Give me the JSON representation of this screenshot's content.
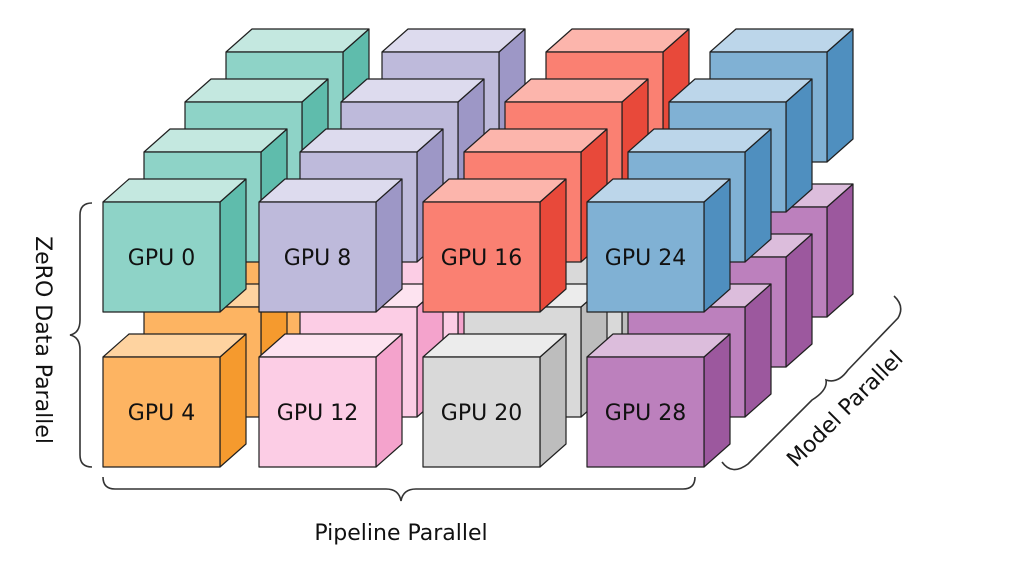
{
  "labels": {
    "zero_data_parallel": "ZeRO Data Parallel",
    "pipeline_parallel": "Pipeline Parallel",
    "model_parallel": "Model Parallel"
  },
  "front_cubes": [
    {
      "label": "GPU 0",
      "row": 0,
      "col": 0,
      "colors": {
        "front": "#8ed3c7",
        "top": "#c4e8e0",
        "side": "#5fbcac"
      }
    },
    {
      "label": "GPU 8",
      "row": 0,
      "col": 1,
      "colors": {
        "front": "#bebadb",
        "top": "#dddbee",
        "side": "#9d97c6"
      }
    },
    {
      "label": "GPU 16",
      "row": 0,
      "col": 2,
      "colors": {
        "front": "#fa8072",
        "top": "#fcb5ac",
        "side": "#e8493a"
      }
    },
    {
      "label": "GPU 24",
      "row": 0,
      "col": 3,
      "colors": {
        "front": "#80b1d4",
        "top": "#bcd6ea",
        "side": "#4f8fbf"
      }
    },
    {
      "label": "GPU 4",
      "row": 1,
      "col": 0,
      "colors": {
        "front": "#fdb462",
        "top": "#fed3a0",
        "side": "#f59a2e"
      }
    },
    {
      "label": "GPU 12",
      "row": 1,
      "col": 1,
      "colors": {
        "front": "#fccde5",
        "top": "#fde3f0",
        "side": "#f4a3cc"
      }
    },
    {
      "label": "GPU 20",
      "row": 1,
      "col": 2,
      "colors": {
        "front": "#d9d9d9",
        "top": "#ececec",
        "side": "#bdbdbd"
      }
    },
    {
      "label": "GPU 28",
      "row": 1,
      "col": 3,
      "colors": {
        "front": "#bc80bd",
        "top": "#dcbddc",
        "side": "#9c589e"
      }
    }
  ]
}
